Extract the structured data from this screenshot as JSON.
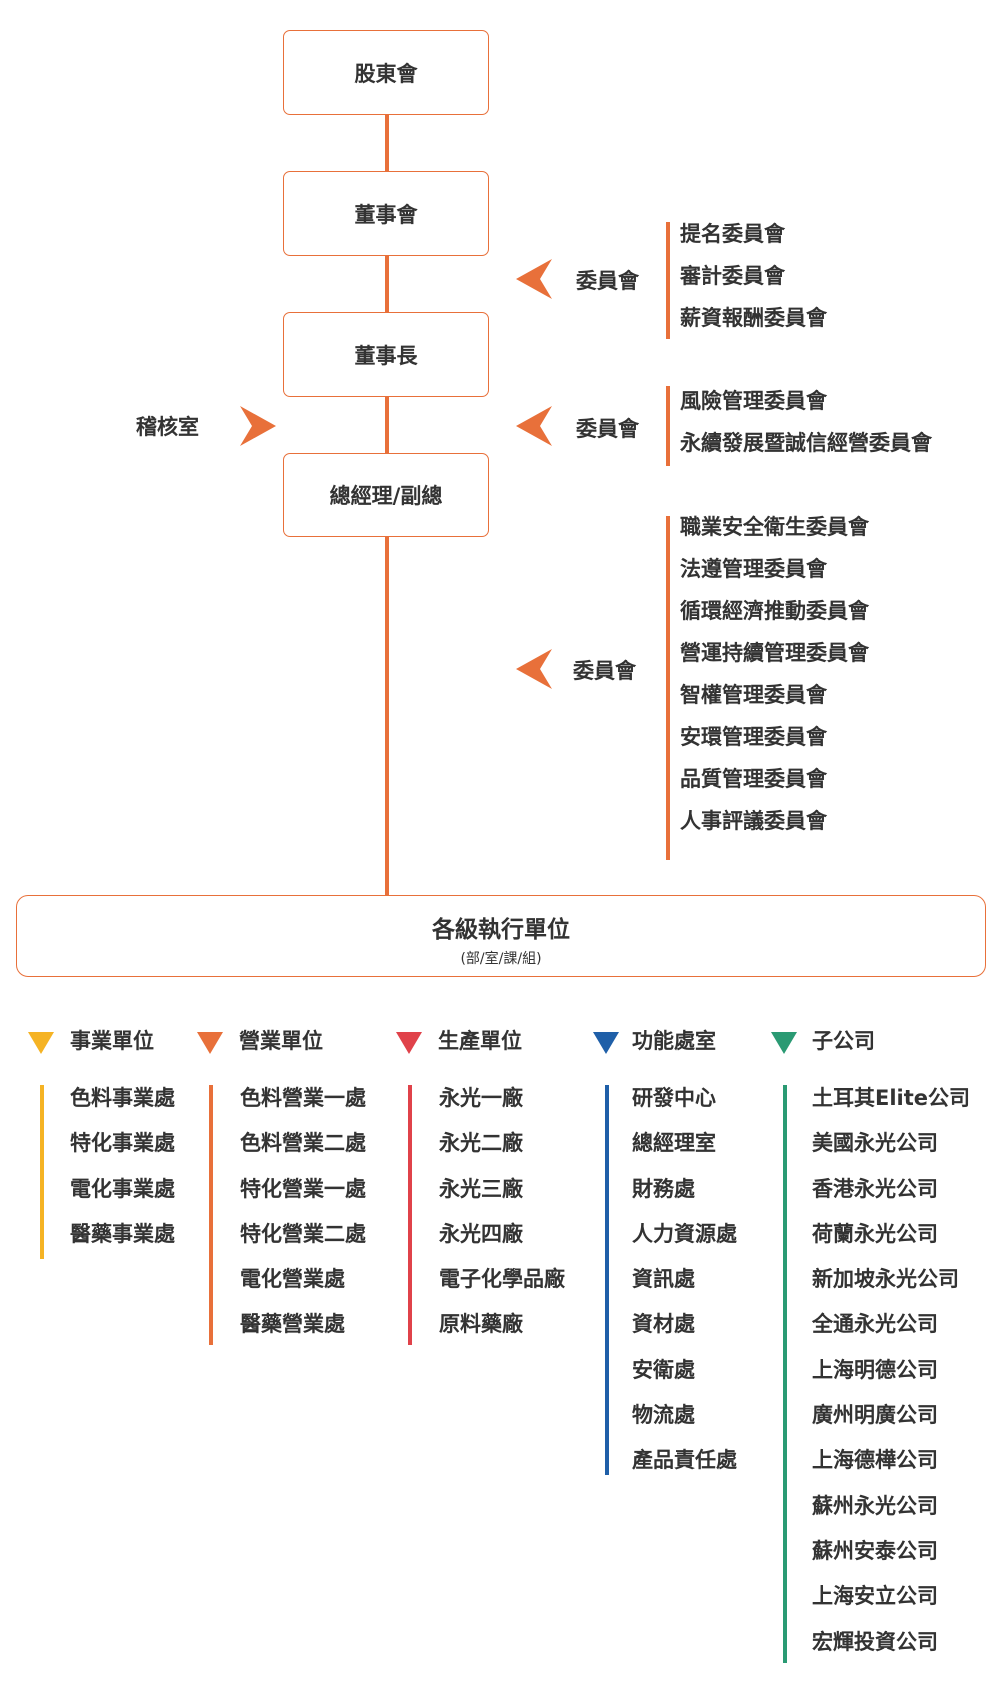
{
  "hierarchy": {
    "shareholders": "股東會",
    "board": "董事會",
    "chairman": "董事長",
    "president": "總經理/副總",
    "audit": "稽核室"
  },
  "committee_groups": [
    {
      "label": "委員會",
      "items": [
        "提名委員會",
        "審計委員會",
        "薪資報酬委員會"
      ]
    },
    {
      "label": "委員會",
      "items": [
        "風險管理委員會",
        "永續發展暨誠信經營委員會"
      ]
    },
    {
      "label": "委員會",
      "items": [
        "職業安全衛生委員會",
        "法遵管理委員會",
        "循環經濟推動委員會",
        "營運持續管理委員會",
        "智權管理委員會",
        "安環管理委員會",
        "品質管理委員會",
        "人事評議委員會"
      ]
    }
  ],
  "executive": {
    "title": "各級執行單位",
    "subtitle": "(部/室/課/組)"
  },
  "categories": [
    {
      "title": "事業單位",
      "color": "#f5b324",
      "items": [
        "色料事業處",
        "特化事業處",
        "電化事業處",
        "醫藥事業處"
      ]
    },
    {
      "title": "營業單位",
      "color": "#e8703a",
      "items": [
        "色料營業一處",
        "色料營業二處",
        "特化營業一處",
        "特化營業二處",
        "電化營業處",
        "醫藥營業處"
      ]
    },
    {
      "title": "生產單位",
      "color": "#e0424a",
      "items": [
        "永光一廠",
        "永光二廠",
        "永光三廠",
        "永光四廠",
        "電子化學品廠",
        "原料藥廠"
      ]
    },
    {
      "title": "功能處室",
      "color": "#1f5fa8",
      "items": [
        "研發中心",
        "總經理室",
        "財務處",
        "人力資源處",
        "資訊處",
        "資材處",
        "安衛處",
        "物流處",
        "產品責任處"
      ]
    },
    {
      "title": "子公司",
      "color": "#2a9a73",
      "items": [
        "土耳其Elite公司",
        "美國永光公司",
        "香港永光公司",
        "荷蘭永光公司",
        "新加坡永光公司",
        "全通永光公司",
        "上海明德公司",
        "廣州明廣公司",
        "上海德樺公司",
        "蘇州永光公司",
        "蘇州安泰公司",
        "上海安立公司",
        "宏輝投資公司"
      ]
    }
  ],
  "colors": {
    "accent": "#e8703a"
  }
}
